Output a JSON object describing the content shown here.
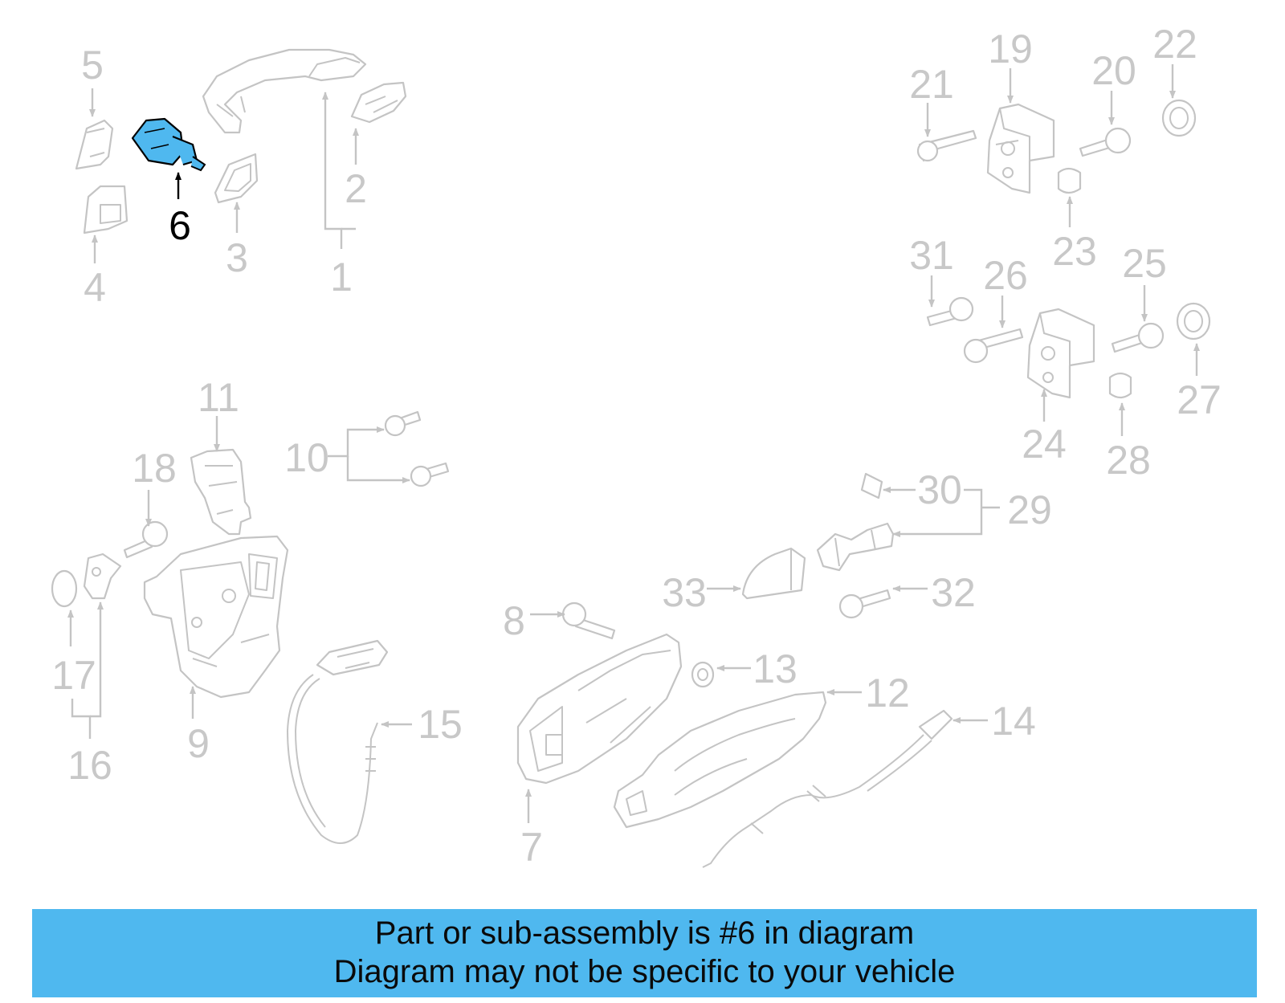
{
  "banner": {
    "line1": "Part or sub-assembly is #6 in diagram",
    "line2": "Diagram may not be specific to your vehicle"
  },
  "highlight_color": "#4fb8ef",
  "callouts": {
    "c1": "1",
    "c2": "2",
    "c3": "3",
    "c4": "4",
    "c5": "5",
    "c6": "6",
    "c7": "7",
    "c8": "8",
    "c9": "9",
    "c10": "10",
    "c11": "11",
    "c12": "12",
    "c13": "13",
    "c14": "14",
    "c15": "15",
    "c16": "16",
    "c17": "17",
    "c18": "18",
    "c19": "19",
    "c20": "20",
    "c21": "21",
    "c22": "22",
    "c23": "23",
    "c24": "24",
    "c25": "25",
    "c26": "26",
    "c27": "27",
    "c28": "28",
    "c29": "29",
    "c30": "30",
    "c31": "31",
    "c32": "32",
    "c33": "33"
  }
}
